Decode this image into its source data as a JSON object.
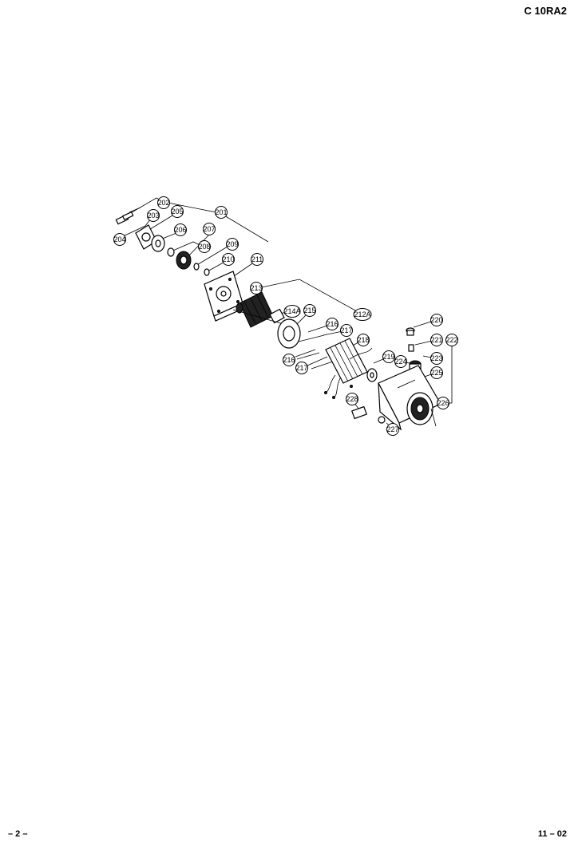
{
  "header": {
    "model": "C 10RA2"
  },
  "footer": {
    "page": "– 2 –",
    "date": "11 – 02"
  },
  "labels": {
    "l201": "201",
    "l202": "202",
    "l203": "203",
    "l204": "204",
    "l205": "205",
    "l206": "206",
    "l207": "207",
    "l208": "208",
    "l209": "209",
    "l210": "210",
    "l211": "211",
    "l212a": "212A",
    "l213": "213",
    "l214a": "214A",
    "l215": "215",
    "l216a": "216",
    "l216b": "216",
    "l217a": "217",
    "l217b": "217",
    "l218": "218",
    "l219": "219",
    "l220": "220",
    "l221": "221",
    "l222": "222",
    "l223": "223",
    "l224": "224",
    "l225": "225",
    "l226": "226",
    "l227": "227",
    "l228": "228"
  }
}
